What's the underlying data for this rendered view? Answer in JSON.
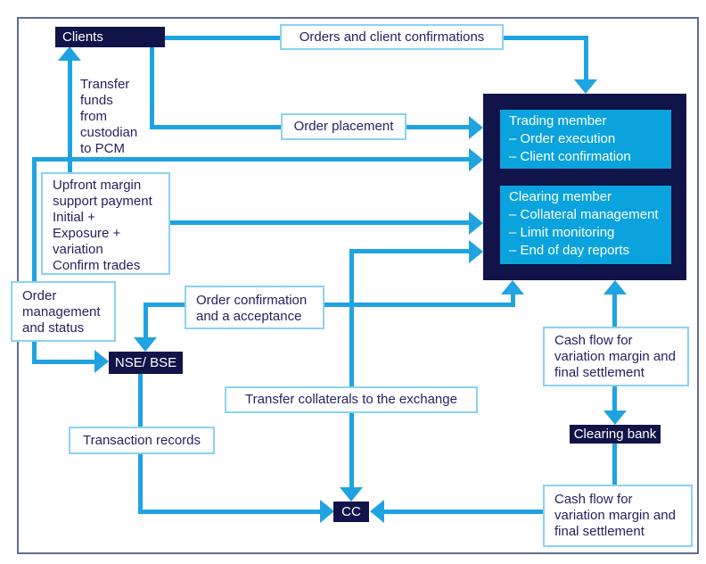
{
  "colors": {
    "arrow": "#1FA3E1",
    "dark_navy": "#101448",
    "cyan_fill": "#0AA3DD",
    "light_box_border": "#8AD2F2",
    "box_text": "#262262",
    "frame_border": "#5E6D90"
  },
  "nodes": {
    "clients": "Clients",
    "orders_and_confirmations": "Orders and client confirmations",
    "transfer_funds": "Transfer\nfunds\nfrom\ncustodian\nto PCM",
    "order_placement": "Order placement",
    "upfront_margin": "Upfront margin\nsupport payment\nInitial +\nExposure +\nvariation\nConfirm trades",
    "order_management": "Order\nmanagement\nand status",
    "order_confirmation": "Order confirmation\nand a acceptance",
    "nse_bse": "NSE/ BSE",
    "transfer_collaterals": "Transfer collaterals to the exchange",
    "transaction_records": "Transaction records",
    "cash_flow_top": "Cash flow for\nvariation margin and\nfinal settlement",
    "clearing_bank": "Clearing bank",
    "cash_flow_bottom": "Cash flow for\nvariation margin and\nfinal settlement",
    "cc": "CC"
  },
  "members": {
    "trading": {
      "title": "Trading member",
      "items": [
        "– Order execution",
        "– Client confirmation"
      ]
    },
    "clearing": {
      "title": "Clearing member",
      "items": [
        "– Collateral management",
        "– Limit monitoring",
        "– End of day reports"
      ]
    }
  }
}
